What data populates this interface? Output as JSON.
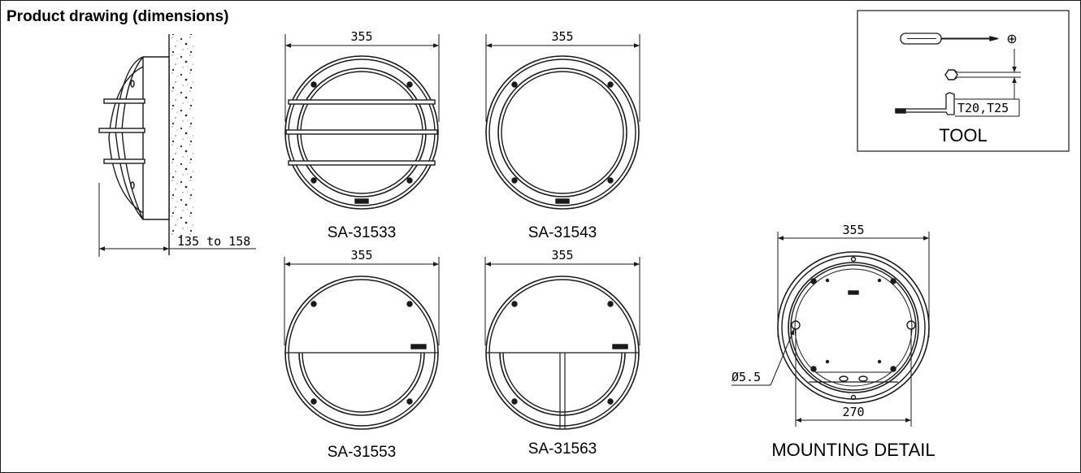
{
  "title": "Product drawing (dimensions)",
  "side_view": {
    "depth_label": "135 to 158"
  },
  "variants": [
    {
      "model": "SA-31533",
      "width_label": "355"
    },
    {
      "model": "SA-31543",
      "width_label": "355"
    },
    {
      "model": "SA-31553",
      "width_label": "355"
    },
    {
      "model": "SA-31563",
      "width_label": "355"
    }
  ],
  "mounting_detail": {
    "caption": "MOUNTING DETAIL",
    "outer_label": "355",
    "inner_label": "270",
    "hole_label": "Ø5.5"
  },
  "tool_box": {
    "caption": "TOOL",
    "bit_label": "T20,T25",
    "phillips_symbol": "⊕"
  }
}
